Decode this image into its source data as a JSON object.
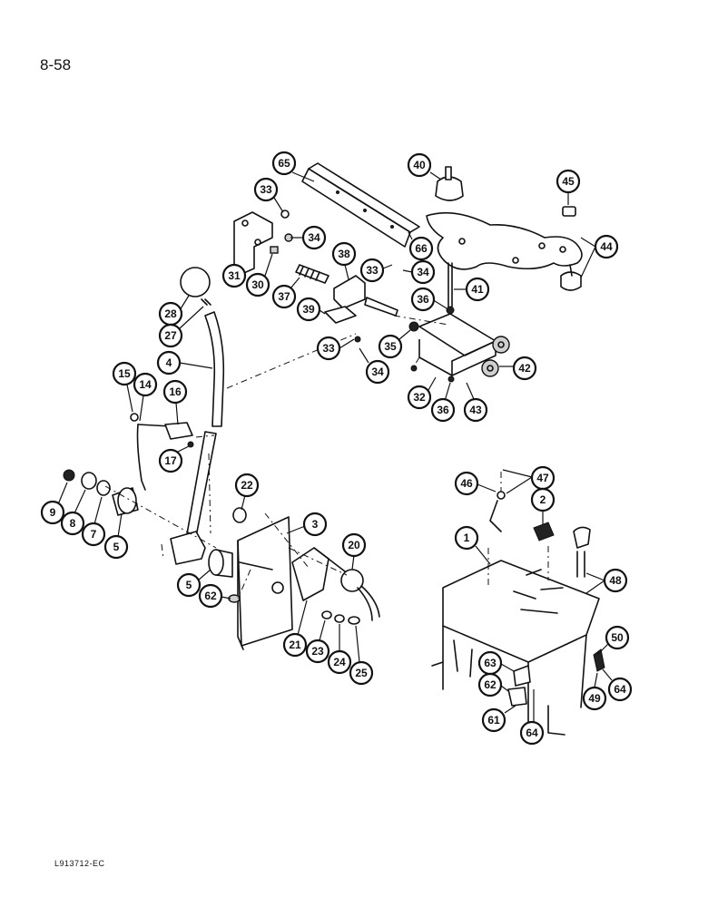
{
  "page": {
    "page_number": "8-58",
    "figure_code": "L913712-EC"
  },
  "callouts": [
    {
      "id": "c65",
      "label": "65"
    },
    {
      "id": "c40",
      "label": "40"
    },
    {
      "id": "c45",
      "label": "45"
    },
    {
      "id": "c33a",
      "label": "33"
    },
    {
      "id": "c34a",
      "label": "34"
    },
    {
      "id": "c66",
      "label": "66"
    },
    {
      "id": "c44",
      "label": "44"
    },
    {
      "id": "c38",
      "label": "38"
    },
    {
      "id": "c33b",
      "label": "33"
    },
    {
      "id": "c34b",
      "label": "34"
    },
    {
      "id": "c31",
      "label": "31"
    },
    {
      "id": "c30",
      "label": "30"
    },
    {
      "id": "c37",
      "label": "37"
    },
    {
      "id": "c41",
      "label": "41"
    },
    {
      "id": "c28",
      "label": "28"
    },
    {
      "id": "c39",
      "label": "39"
    },
    {
      "id": "c36a",
      "label": "36"
    },
    {
      "id": "c27",
      "label": "27"
    },
    {
      "id": "c35",
      "label": "35"
    },
    {
      "id": "c33c",
      "label": "33"
    },
    {
      "id": "c4",
      "label": "4"
    },
    {
      "id": "c34c",
      "label": "34"
    },
    {
      "id": "c42",
      "label": "42"
    },
    {
      "id": "c15",
      "label": "15"
    },
    {
      "id": "c14",
      "label": "14"
    },
    {
      "id": "c16",
      "label": "16"
    },
    {
      "id": "c32",
      "label": "32"
    },
    {
      "id": "c36b",
      "label": "36"
    },
    {
      "id": "c43",
      "label": "43"
    },
    {
      "id": "c17",
      "label": "17"
    },
    {
      "id": "c47",
      "label": "47"
    },
    {
      "id": "c46",
      "label": "46"
    },
    {
      "id": "c22",
      "label": "22"
    },
    {
      "id": "c2",
      "label": "2"
    },
    {
      "id": "c9",
      "label": "9"
    },
    {
      "id": "c8",
      "label": "8"
    },
    {
      "id": "c7",
      "label": "7"
    },
    {
      "id": "c5a",
      "label": "5"
    },
    {
      "id": "c3",
      "label": "3"
    },
    {
      "id": "c20",
      "label": "20"
    },
    {
      "id": "c1",
      "label": "1"
    },
    {
      "id": "c48",
      "label": "48"
    },
    {
      "id": "c5b",
      "label": "5"
    },
    {
      "id": "c62a",
      "label": "62"
    },
    {
      "id": "c50",
      "label": "50"
    },
    {
      "id": "c21",
      "label": "21"
    },
    {
      "id": "c23",
      "label": "23"
    },
    {
      "id": "c24",
      "label": "24"
    },
    {
      "id": "c25",
      "label": "25"
    },
    {
      "id": "c63",
      "label": "63"
    },
    {
      "id": "c62b",
      "label": "62"
    },
    {
      "id": "c64a",
      "label": "64"
    },
    {
      "id": "c49",
      "label": "49"
    },
    {
      "id": "c61",
      "label": "61"
    },
    {
      "id": "c64b",
      "label": "64"
    }
  ]
}
